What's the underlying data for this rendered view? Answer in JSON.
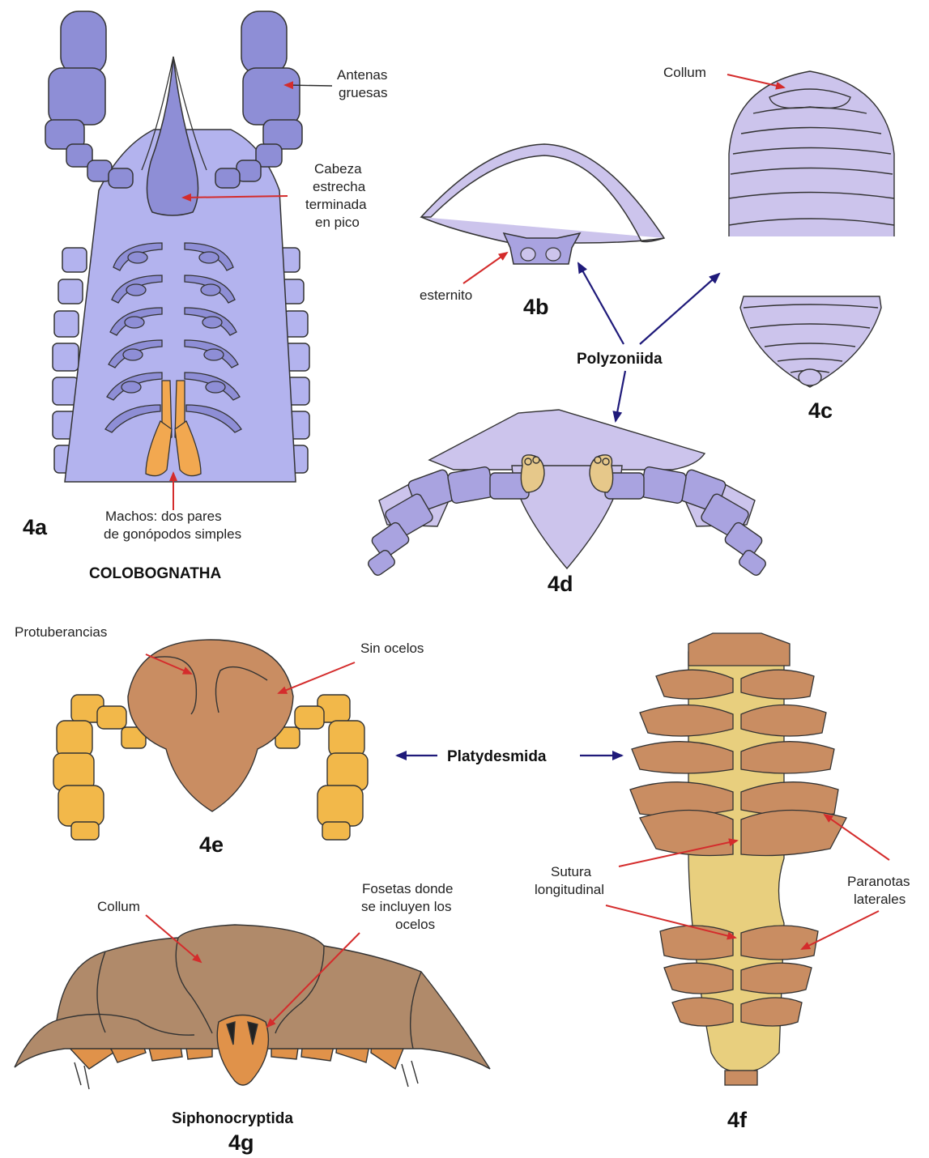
{
  "labels": {
    "antenas_1": "Antenas",
    "antenas_2": "gruesas",
    "cabeza_1": "Cabeza",
    "cabeza_2": "estrecha",
    "cabeza_3": "terminada",
    "cabeza_4": "en pico",
    "machos_1": "Machos: dos pares",
    "machos_2": "de gonópodos simples",
    "esternito": "esternito",
    "collum_4c": "Collum",
    "protuberancias": "Protuberancias",
    "sin_ocelos": "Sin ocelos",
    "sutura_1": "Sutura",
    "sutura_2": "longitudinal",
    "paranotas_1": "Paranotas",
    "paranotas_2": "laterales",
    "collum_4g": "Collum",
    "fosetas_1": "Fosetas donde",
    "fosetas_2": "se incluyen los",
    "fosetas_3": "ocelos"
  },
  "figure_ids": {
    "a": "4a",
    "b": "4b",
    "c": "4c",
    "d": "4d",
    "e": "4e",
    "f": "4f",
    "g": "4g"
  },
  "groups": {
    "colobognatha": "COLOBOGNATHA",
    "polyzoniida": "Polyzoniida",
    "platydesmida": "Platydesmida",
    "siphonocryptida": "Siphonocryptida"
  },
  "colors": {
    "red_arrow": "#d42c2c",
    "blue_arrow": "#1f1a7a",
    "lavender_body": "#b3b3ee",
    "purple_parts": "#8e8ed6",
    "pale_lilac": "#ccc4ec",
    "orange_gonopods": "#f2a850",
    "tan_body": "#c98d62",
    "yellow_band": "#e8cf7e",
    "brown_4g": "#b08a6a"
  }
}
